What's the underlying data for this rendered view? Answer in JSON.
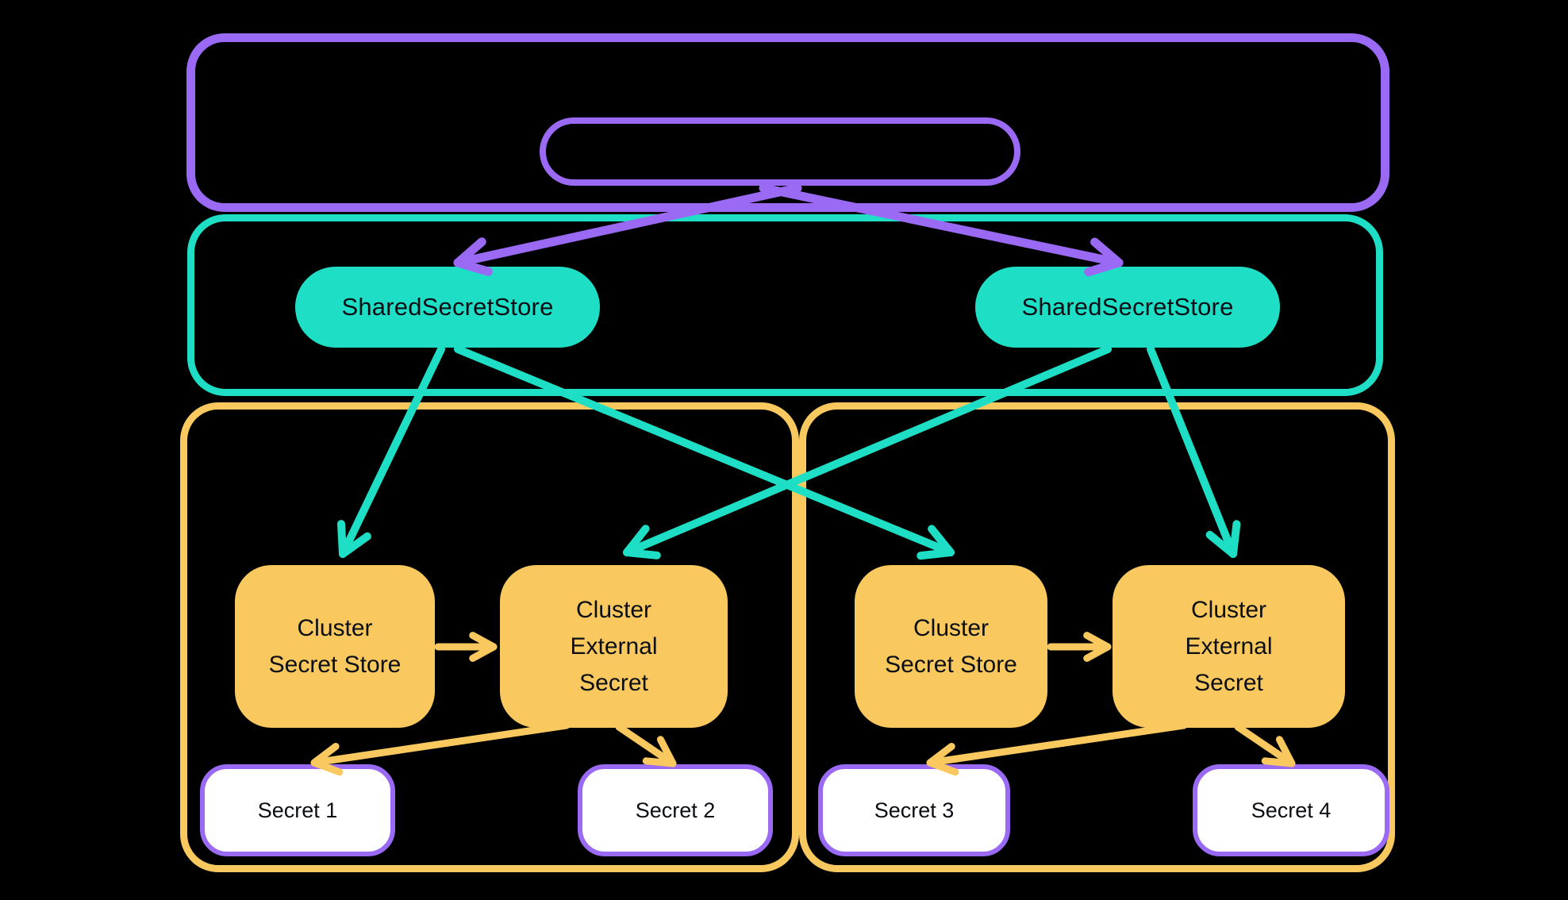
{
  "diagram": {
    "colors": {
      "background": "#000000",
      "purple": "#9A6AF5",
      "teal": "#1EDFC5",
      "yellow": "#F9C95F",
      "text": "#0B0E14",
      "white": "#FFFFFF",
      "secret_border": "#9A6AF5"
    },
    "shared_secret_stores": [
      {
        "label": "SharedSecretStore"
      },
      {
        "label": "SharedSecretStore"
      }
    ],
    "clusters": [
      {
        "secret_store_label": "Cluster Secret Store",
        "external_secret_label": "Cluster External Secret",
        "secrets": [
          {
            "label": "Secret 1"
          },
          {
            "label": "Secret 2"
          }
        ]
      },
      {
        "secret_store_label": "Cluster Secret Store",
        "external_secret_label": "Cluster External Secret",
        "secrets": [
          {
            "label": "Secret 3"
          },
          {
            "label": "Secret 4"
          }
        ]
      }
    ]
  }
}
